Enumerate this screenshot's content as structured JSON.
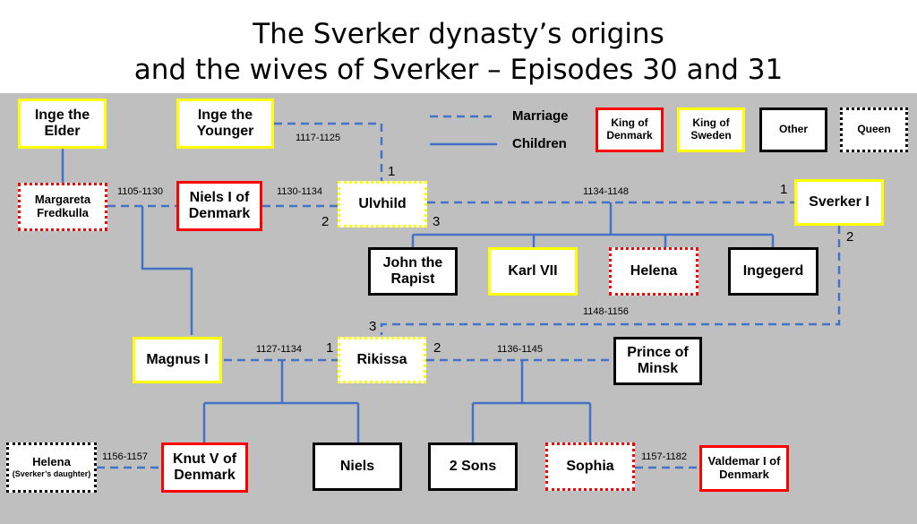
{
  "title": {
    "line1": "The Sverker dynasty’s origins",
    "line2": "and the wives of Sverker – Episodes 30 and 31"
  },
  "legend": {
    "marriage": "Marriage",
    "children": "Children",
    "king_denmark": "King of Denmark",
    "king_sweden": "King of Sweden",
    "other": "Other",
    "queen": "Queen"
  },
  "people": {
    "inge_elder": "Inge the Elder",
    "inge_younger": "Inge the Younger",
    "margareta": "Margareta Fredkulla",
    "niels_i": "Niels I of Denmark",
    "ulvhild": "Ulvhild",
    "sverker_i": "Sverker I",
    "john": "John the Rapist",
    "karl": "Karl VII",
    "helena_daughter": "Helena",
    "ingegerd": "Ingegerd",
    "magnus": "Magnus I",
    "rikissa": "Rikissa",
    "prince_minsk": "Prince of Minsk",
    "helena_sverker": "Helena",
    "helena_note": "(Sverker’s daughter)",
    "knut": "Knut V of Denmark",
    "niels": "Niels",
    "two_sons": "2 Sons",
    "sophia": "Sophia",
    "valdemar": "Valdemar I of Denmark"
  },
  "marriage_years": {
    "margareta_niels": "1105-1130",
    "niels_ulvhild": "1130-1134",
    "inge_ulvhild": "1117-1125",
    "ulvhild_sverker": "1134-1148",
    "sverker_rikissa": "1148-1156",
    "magnus_rikissa": "1127-1134",
    "rikissa_minsk": "1136-1145",
    "helena_knut": "1156-1157",
    "sophia_valdemar": "1157-1182"
  },
  "order_numbers": {
    "ulvhild_1": "1",
    "ulvhild_2": "2",
    "ulvhild_3": "3",
    "sverker_1": "1",
    "sverker_2": "2",
    "sverker_3": "3",
    "rikissa_1": "1",
    "rikissa_2": "2"
  },
  "colors": {
    "king_sweden": "#ffff00",
    "king_denmark": "#ff0000",
    "other": "#000000",
    "line": "#4472c4",
    "background": "#bfbfbf"
  }
}
